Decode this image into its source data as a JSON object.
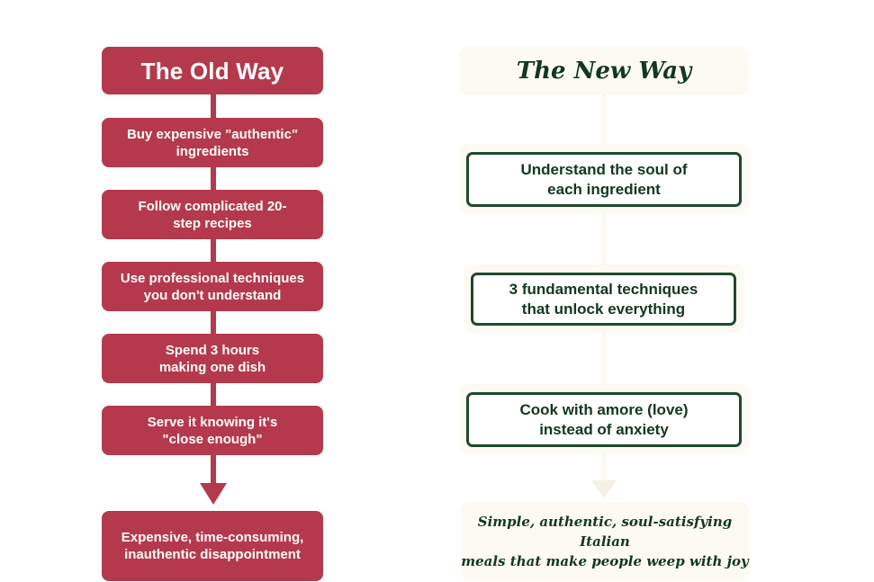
{
  "old_way": {
    "title": "The Old Way",
    "steps": [
      "Buy expensive \"authentic\"\ningredients",
      "Follow complicated 20-\nstep recipes",
      "Use professional techniques\nyou don't understand",
      "Spend 3 hours\nmaking one dish",
      "Serve it knowing it's\n\"close enough\""
    ],
    "result": "Expensive, time-consuming,\ninauthentic disappointment"
  },
  "new_way": {
    "title": "The New Way",
    "steps": [
      "Understand the soul of\neach ingredient",
      "3 fundamental techniques\nthat unlock everything",
      "Cook with amore (love)\ninstead of anxiety"
    ],
    "result": "Simple, authentic, soul-satisfying Italian\nmeals that make people weep with joy"
  },
  "colors": {
    "old_accent": "#b5394d",
    "new_accent": "#1d4a2c",
    "new_panel": "#fdfaf3"
  }
}
